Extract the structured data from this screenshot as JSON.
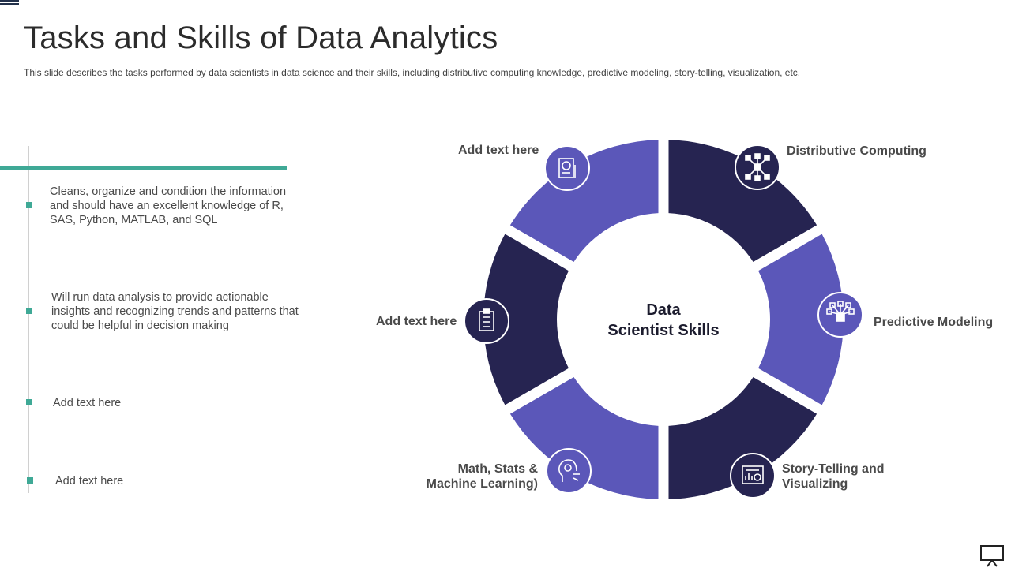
{
  "slide": {
    "title": "Tasks and Skills of Data Analytics",
    "subtitle": "This slide describes the tasks performed by data scientists in data science and their skills, including distributive computing knowledge, predictive modeling, story-telling, visualization, etc."
  },
  "tasks": [
    "Cleans, organize and condition the information and should have an excellent knowledge of R, SAS, Python, MATLAB, and SQL",
    "Will run data analysis to provide actionable insights and recognizing trends and patterns that could be helpful in decision making",
    "Add text here",
    "Add text here"
  ],
  "diagram": {
    "center": [
      "Data",
      "Scientist Skills"
    ],
    "segments": [
      {
        "label": "Distributive Computing",
        "icon": "network-hub-icon"
      },
      {
        "label": "Predictive Modeling",
        "icon": "model-cube-icon"
      },
      {
        "label_lines": [
          "Story-Telling and",
          "Visualizing"
        ],
        "icon": "presentation-chart-icon"
      },
      {
        "label_lines": [
          "Math,  Stats &",
          "Machine Learning)"
        ],
        "icon": "ai-head-icon"
      },
      {
        "label": "Add text here",
        "icon": "clipboard-checklist-icon"
      },
      {
        "label": "Add text here",
        "icon": "dollar-report-icon"
      }
    ],
    "colors": {
      "dark": "#262451",
      "light": "#5b57b9",
      "accent": "#3fa996"
    }
  },
  "footer": {
    "icon": "presentation-screen-icon"
  }
}
